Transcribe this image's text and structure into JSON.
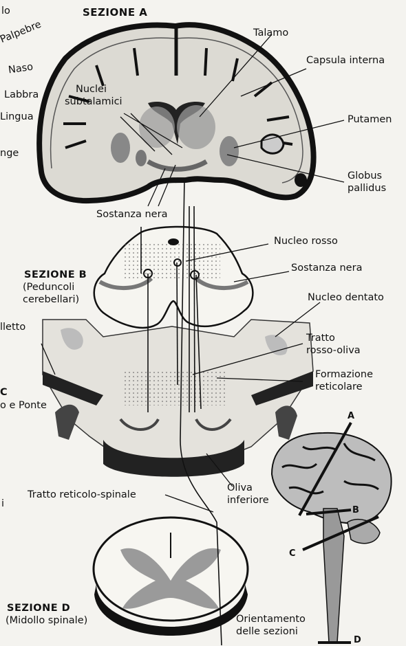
{
  "sections": {
    "a": "SEZIONE A",
    "b_title": "SEZIONE B",
    "b_sub1": "(Peduncoli",
    "b_sub2": "cerebellari)",
    "c_partial": "C",
    "d_title": "SEZIONE D",
    "d_sub": "(Midollo spinale)"
  },
  "left_cropped": {
    "top": "lo",
    "palpebre": "Palpebre",
    "naso": "Naso",
    "labbra": "Labbra",
    "lingua": "Lingua",
    "faringe": "nge",
    "cervelletto": "lletto",
    "ponte": "o e Ponte",
    "bottom": "i"
  },
  "labels": {
    "nuclei_subtalamici_1": "Nuclei",
    "nuclei_subtalamici_2": "subtalamici",
    "talamo": "Talamo",
    "capsula_interna": "Capsula interna",
    "putamen": "Putamen",
    "globus_1": "Globus",
    "globus_2": "pallidus",
    "sostanza_nera_a": "Sostanza nera",
    "nucleo_rosso": "Nucleo rosso",
    "sostanza_nera_b": "Sostanza nera",
    "nucleo_dentato": "Nucleo dentato",
    "tratto_ro_1": "Tratto",
    "tratto_ro_2": "rosso-oliva",
    "formazione_1": "Formazione",
    "formazione_2": "reticolare",
    "oliva_1": "Oliva",
    "oliva_2": "inferiore",
    "tratto_rs": "Tratto reticolo-spinale",
    "orient_1": "Orientamento",
    "orient_2": "delle sezioni"
  },
  "orientation_letters": {
    "a": "A",
    "b": "B",
    "c": "C",
    "d": "D"
  }
}
